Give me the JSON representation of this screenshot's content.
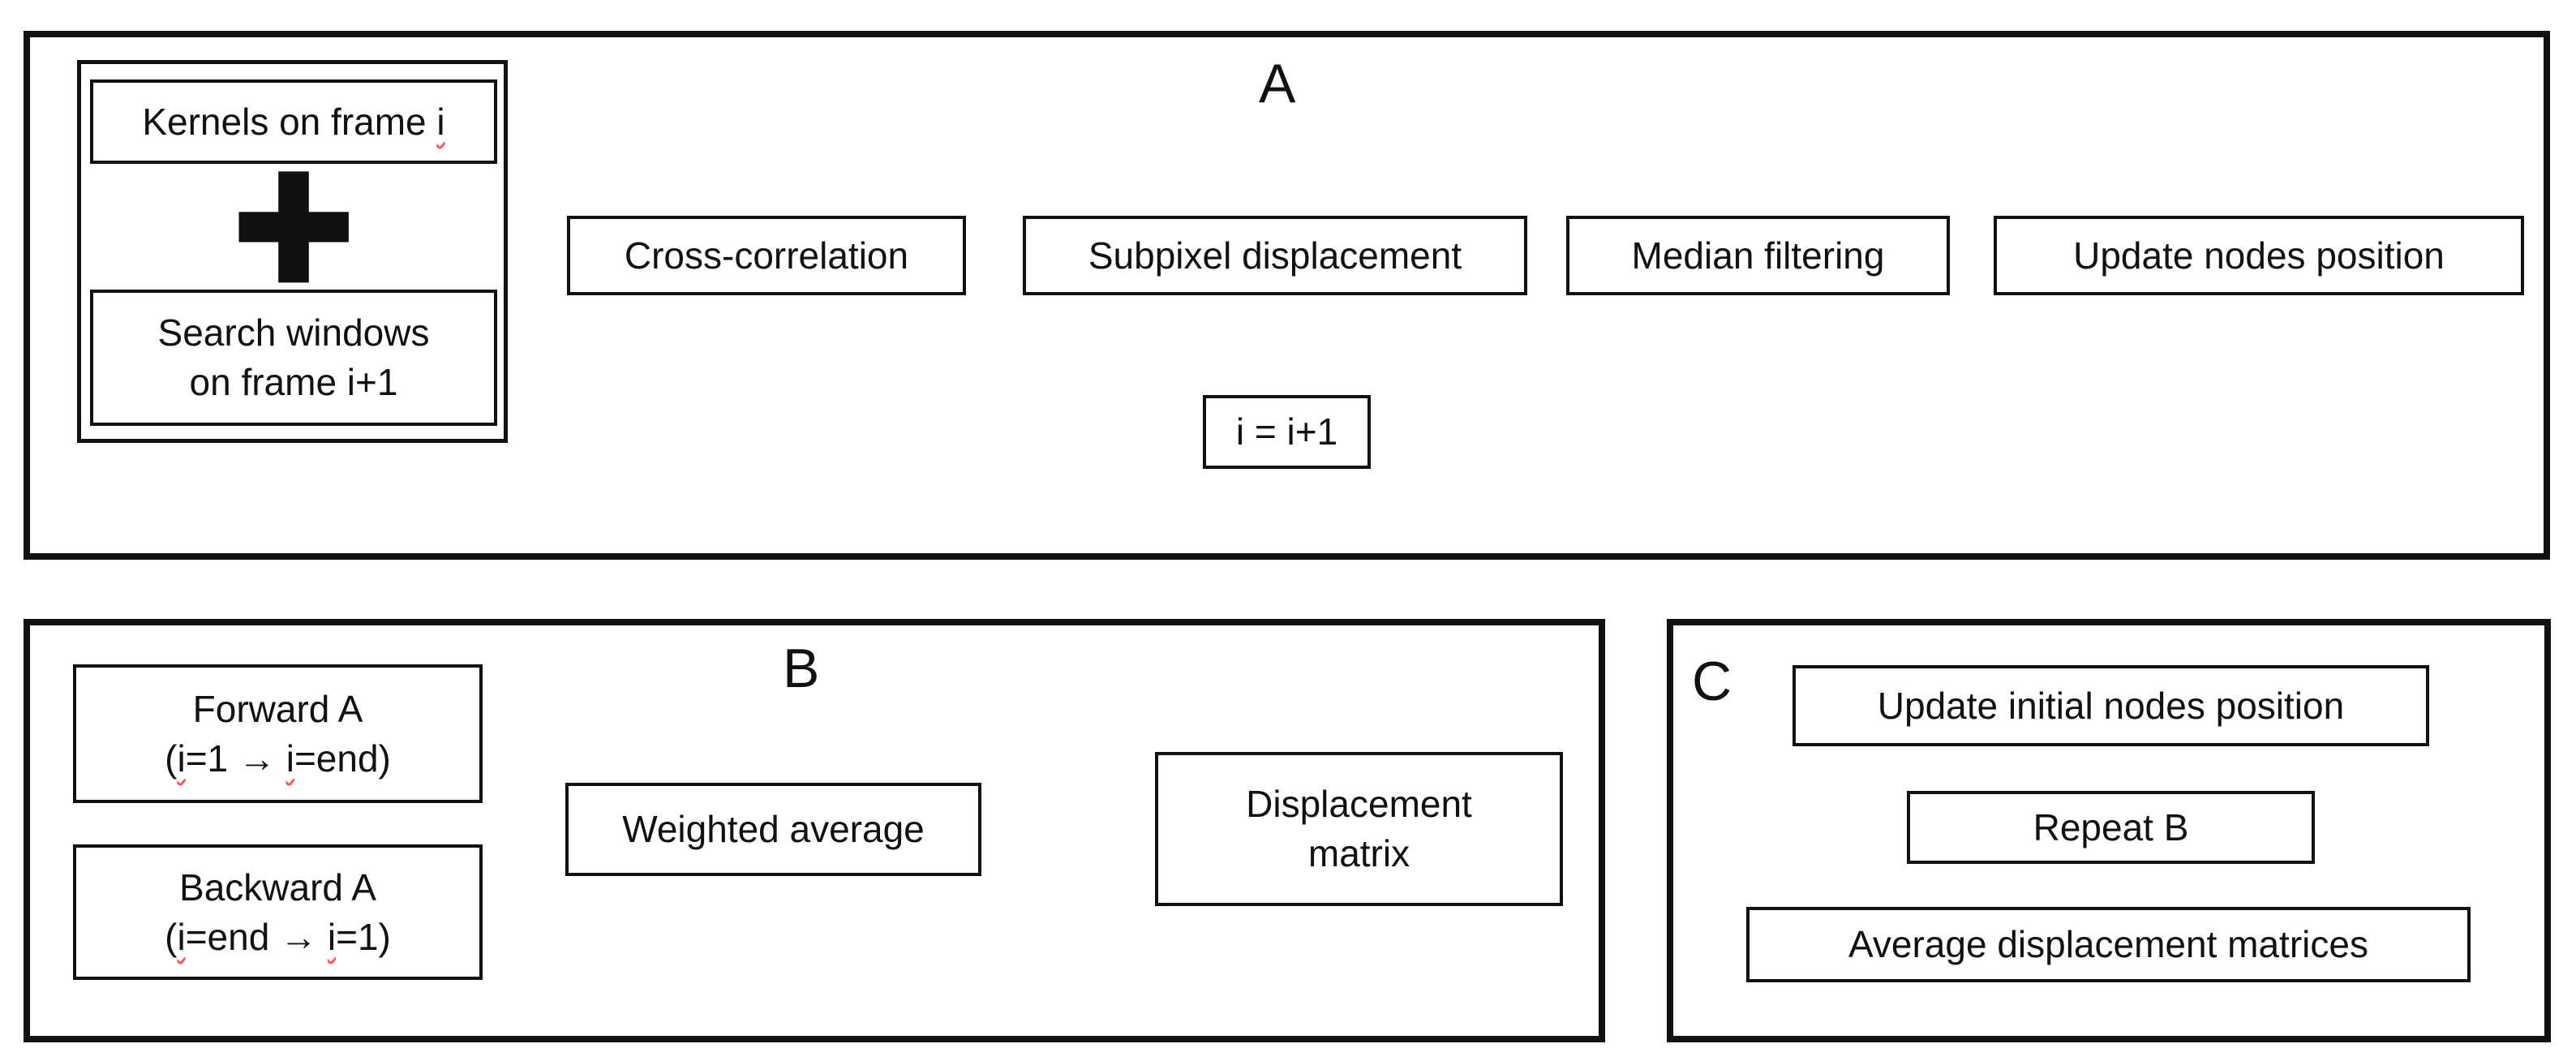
{
  "figure": {
    "ink_color": "#111111",
    "spellcheck_color": "#ff5555",
    "background_color": "#ffffff"
  },
  "panels": {
    "a": {
      "label": "A",
      "kernels_line": [
        {
          "t": "Kernels on frame "
        },
        {
          "t": "i",
          "w": true
        }
      ],
      "plus_symbol": "+",
      "search_line1": "Search windows",
      "search_line2": "on frame i+1",
      "steps": [
        "Cross-correlation",
        "Subpixel displacement",
        "Median filtering",
        "Update nodes position"
      ],
      "loop_counter": "i = i+1"
    },
    "b": {
      "label": "B",
      "forward_line1": "Forward A",
      "forward_line2": [
        {
          "t": "("
        },
        {
          "t": "i",
          "w": true
        },
        {
          "t": "=1 → "
        },
        {
          "t": "i",
          "w": true
        },
        {
          "t": "=end)"
        }
      ],
      "backward_line1": "Backward A",
      "backward_line2": [
        {
          "t": "("
        },
        {
          "t": "i",
          "w": true
        },
        {
          "t": "=end → "
        },
        {
          "t": "i",
          "w": true
        },
        {
          "t": "=1)"
        }
      ],
      "weighted_label": "Weighted average",
      "result_line1": "Displacement",
      "result_line2": "matrix"
    },
    "c": {
      "label": "C",
      "steps": [
        "Update initial nodes position",
        "Repeat B",
        "Average displacement matrices"
      ]
    }
  }
}
